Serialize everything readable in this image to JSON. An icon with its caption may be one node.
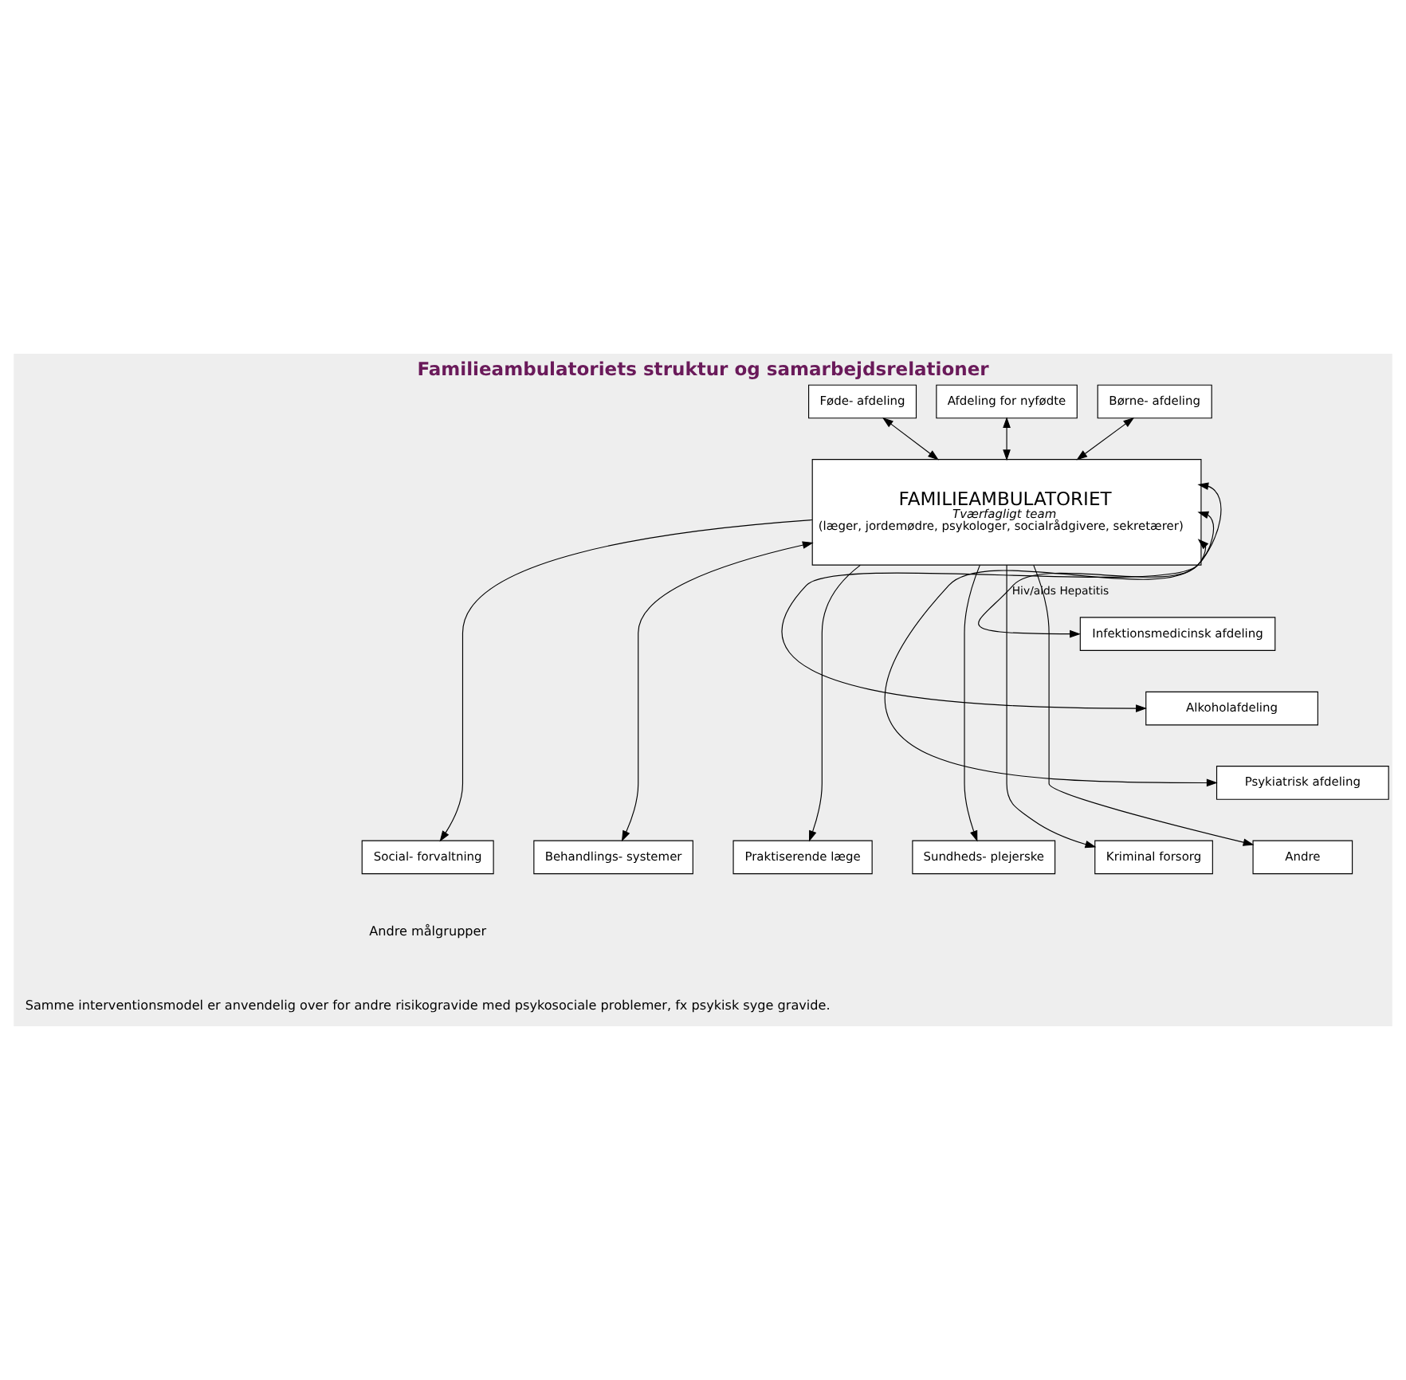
{
  "diagram": {
    "title": "Familieambulatoriets struktur og samarbejdsrelationer",
    "nodes": [
      {
        "text": [
          "Føde- afdeling"
        ]
      },
      {
        "text": [
          "Afdeling for nyfødte"
        ]
      },
      {
        "text": [
          "Børne- afdeling"
        ]
      },
      {
        "text": [
          "FAMILIEAMBULATORIET",
          "Tværfagligt team",
          "(læger, jordemødre, psykologer, socialrådgivere, sekretærer)"
        ]
      },
      {
        "text": [
          "Infektionsmedicinsk afdeling"
        ]
      },
      {
        "text": [
          "Alkoholafdeling"
        ]
      },
      {
        "text": [
          "Psykiatrisk afdeling"
        ]
      },
      {
        "text": [
          "Social- forvaltning"
        ]
      },
      {
        "text": [
          "Behandlings- systemer"
        ]
      },
      {
        "text": [
          "Praktiserende læge"
        ]
      },
      {
        "text": [
          "Sundheds- plejerske"
        ]
      },
      {
        "text": [
          "Kriminal forsorg"
        ]
      },
      {
        "text": [
          "Andre"
        ]
      }
    ],
    "edges": [
      {
        "from": 0,
        "to": 3,
        "arrow": "both"
      },
      {
        "from": 1,
        "to": 3,
        "arrow": "both"
      },
      {
        "from": 2,
        "to": 3,
        "arrow": "both"
      },
      {
        "from": 3,
        "to": 4,
        "arrow": "both",
        "label": "Hiv/aids Hepatitis"
      },
      {
        "from": 3,
        "to": 5,
        "arrow": "both"
      },
      {
        "from": 3,
        "to": 6,
        "arrow": "both"
      },
      {
        "from": 3,
        "to": 7,
        "arrow": "to"
      },
      {
        "from": 3,
        "to": 8,
        "arrow": "both"
      },
      {
        "from": 3,
        "to": 9,
        "arrow": "to"
      },
      {
        "from": 3,
        "to": 10,
        "arrow": "to"
      },
      {
        "from": 3,
        "to": 11,
        "arrow": "to"
      },
      {
        "from": 3,
        "to": 12,
        "arrow": "to"
      }
    ],
    "labels": [
      "Andre målgrupper",
      "Samme interventionsmodel er anvendelig over for andre risikogravide med psykosociale problemer, fx psykisk syge gravide."
    ]
  }
}
